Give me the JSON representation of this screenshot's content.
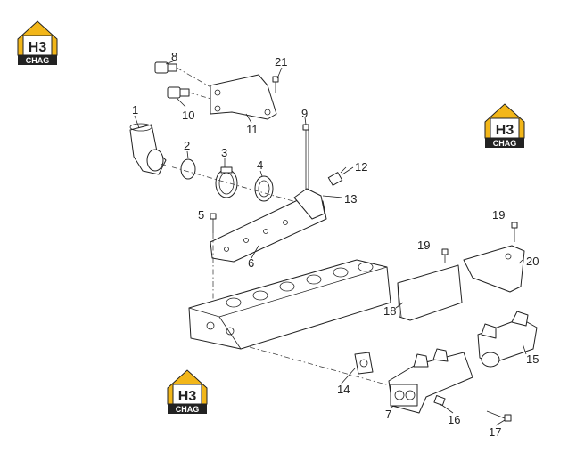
{
  "logo": {
    "brand": "H3",
    "sub": "CHAG",
    "accent": "#f2b619",
    "dark": "#222222"
  },
  "callouts": [
    {
      "id": "c1",
      "text": "1"
    },
    {
      "id": "c2",
      "text": "2"
    },
    {
      "id": "c3",
      "text": "3"
    },
    {
      "id": "c4",
      "text": "4"
    },
    {
      "id": "c5",
      "text": "5"
    },
    {
      "id": "c6",
      "text": "6"
    },
    {
      "id": "c7",
      "text": "7"
    },
    {
      "id": "c8",
      "text": "8"
    },
    {
      "id": "c9",
      "text": "9"
    },
    {
      "id": "c10",
      "text": "10"
    },
    {
      "id": "c11",
      "text": "11"
    },
    {
      "id": "c12",
      "text": "12"
    },
    {
      "id": "c13",
      "text": "13"
    },
    {
      "id": "c14",
      "text": "14"
    },
    {
      "id": "c15",
      "text": "15"
    },
    {
      "id": "c16",
      "text": "16"
    },
    {
      "id": "c17",
      "text": "17"
    },
    {
      "id": "c18",
      "text": "18"
    },
    {
      "id": "c19a",
      "text": "19"
    },
    {
      "id": "c19b",
      "text": "19"
    },
    {
      "id": "c20",
      "text": "20"
    },
    {
      "id": "c21",
      "text": "21"
    }
  ]
}
